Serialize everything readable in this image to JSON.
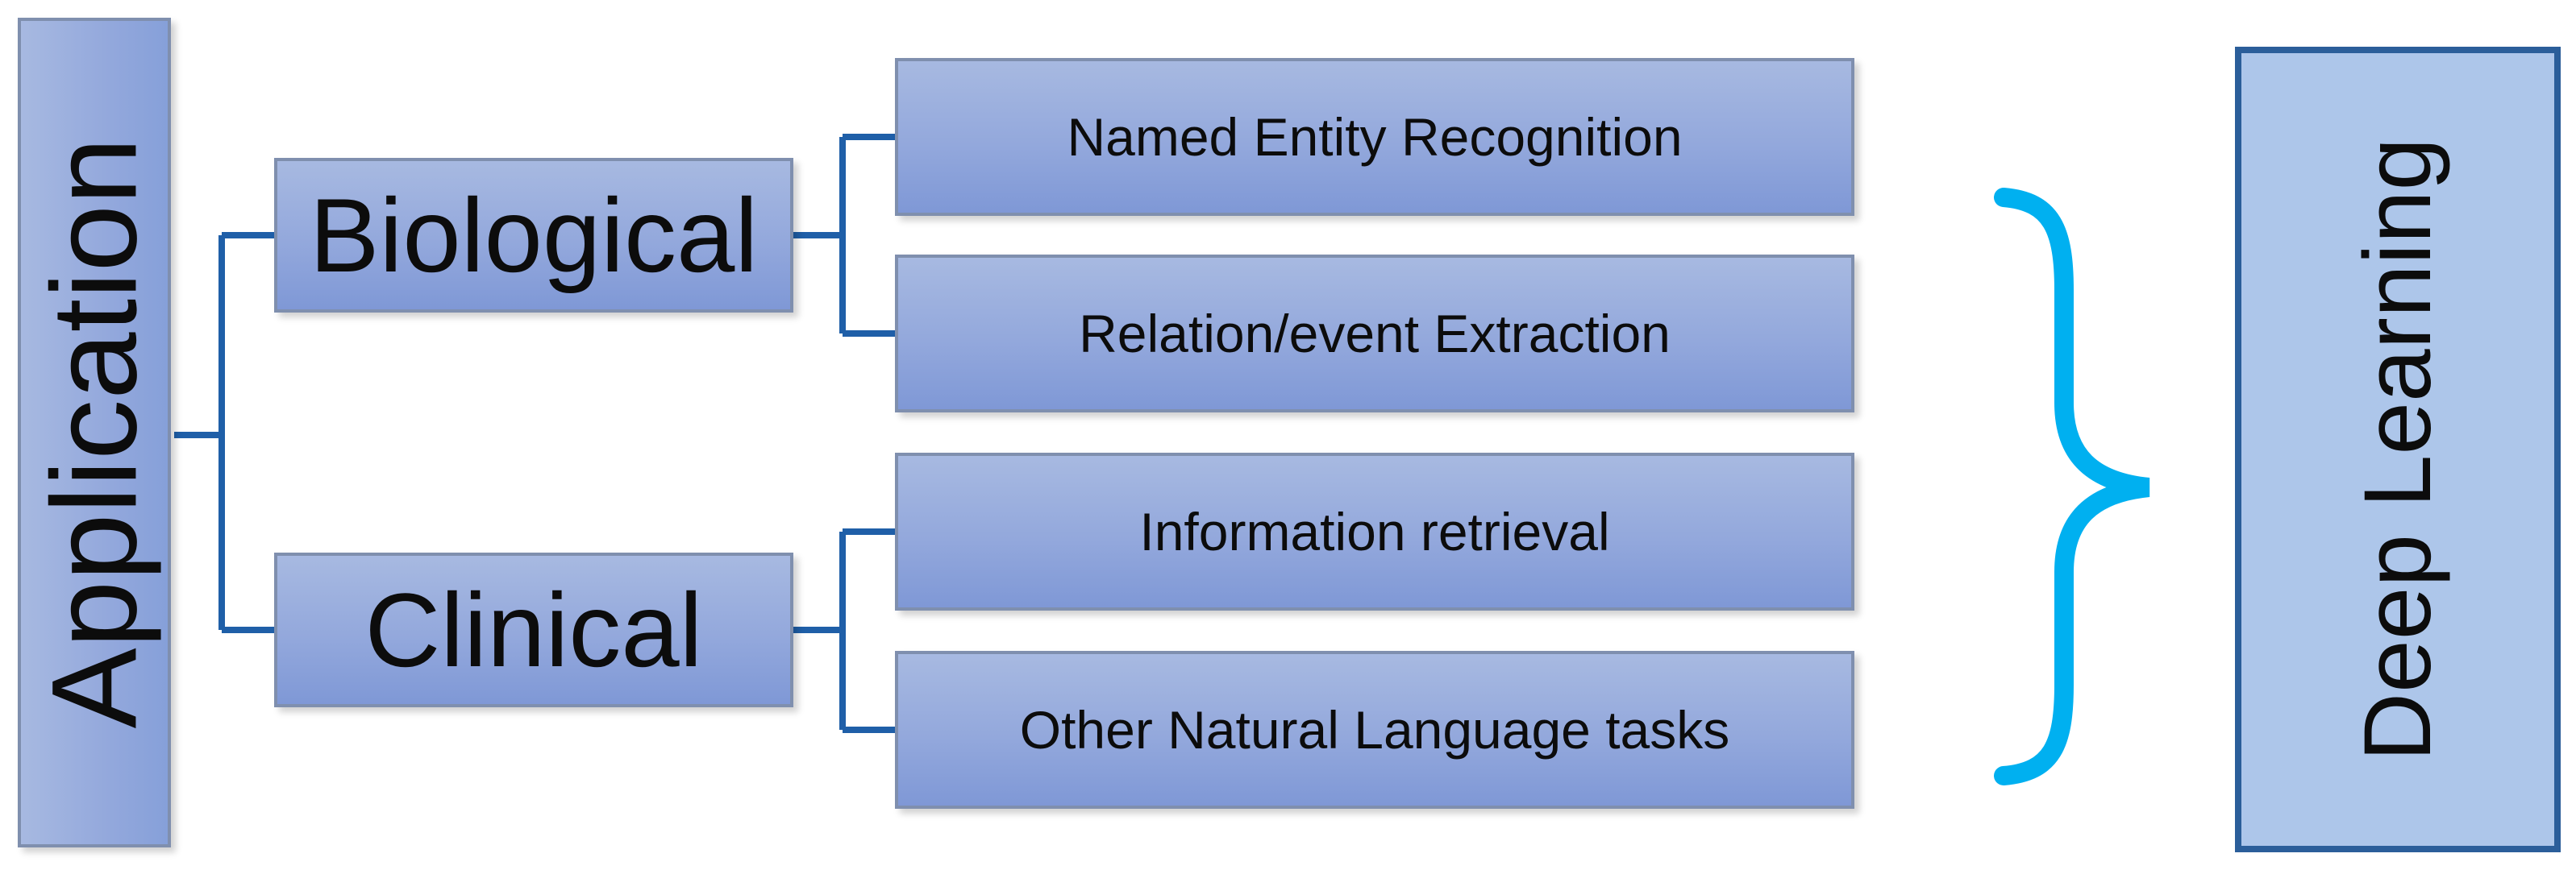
{
  "diagram": {
    "root": {
      "label": "Application"
    },
    "categories": [
      {
        "label": "Biological"
      },
      {
        "label": "Clinical"
      }
    ],
    "tasks": [
      {
        "label": "Named Entity Recognition"
      },
      {
        "label": "Relation/event Extraction"
      },
      {
        "label": "Information retrieval"
      },
      {
        "label": "Other Natural Language tasks"
      }
    ],
    "target": {
      "label": "Deep Learning"
    },
    "colors": {
      "connector": "#1f5fa8",
      "brace": "#00b0f0",
      "box_fill": "#93a8dc",
      "target_border": "#2b5e9a"
    }
  }
}
